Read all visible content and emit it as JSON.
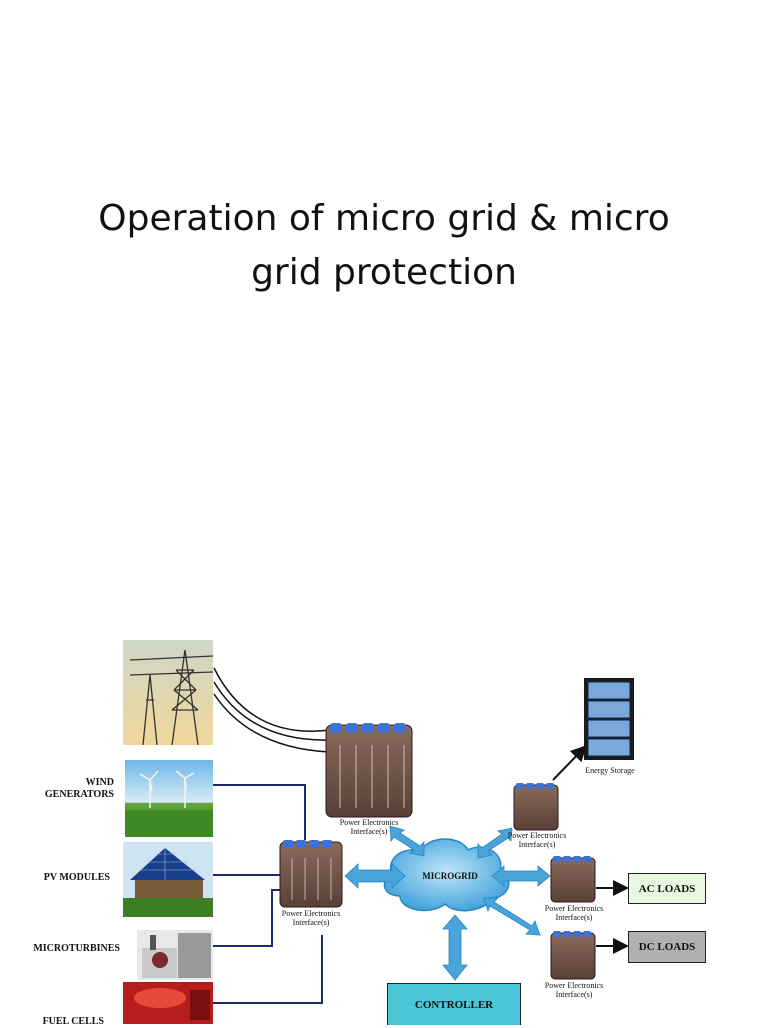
{
  "title": "Operation of micro grid  & micro grid protection",
  "title_lines": [
    "Operation of micro grid  & micro",
    "grid protection"
  ],
  "diagram": {
    "center": "MICROGRID",
    "controller": "CONTROLLER",
    "sources": {
      "wind": "WIND GENERATORS",
      "wind_lines": [
        "WIND",
        "GENERATORS"
      ],
      "pv": "PV MODULES",
      "microturbines": "MICROTURBINES",
      "fuel_cells": "FUEL CELLS"
    },
    "pe_interface": [
      "Power Electronics",
      "Interface(s)"
    ],
    "energy_storage": "Energy Storage",
    "loads": {
      "ac": "AC LOADS",
      "dc": "DC LOADS"
    },
    "colors": {
      "cloud": "#5ab4e6",
      "arrow": "#4aa3d9",
      "controller": "#4cc5d6",
      "ac_box": "#e6f8e0",
      "dc_box": "#b0b0b0",
      "wire": "#1a2a6c"
    }
  }
}
